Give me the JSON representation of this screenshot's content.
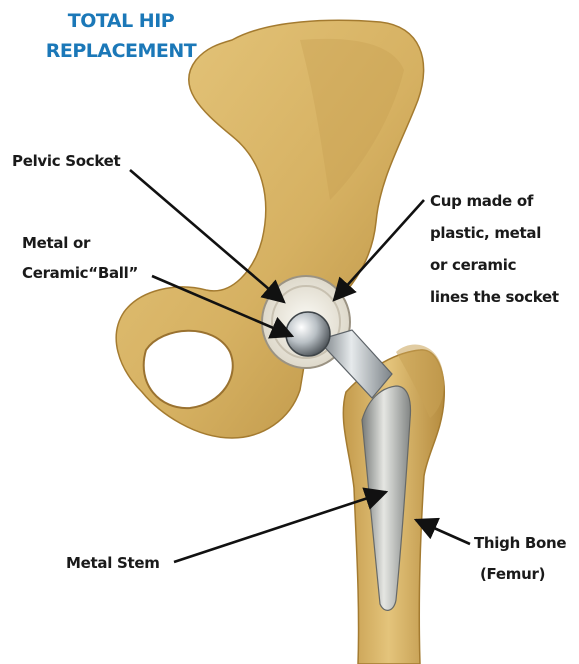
{
  "title": {
    "line1": "TOTAL HIP",
    "line2": "REPLACEMENT",
    "color": "#1b78b8"
  },
  "labels": {
    "pelvic_socket": "Pelvic Socket",
    "ball": [
      "Metal or",
      "Ceramic“Ball”"
    ],
    "cup": [
      "Cup made of",
      "plastic, metal",
      "or ceramic",
      "lines the socket"
    ],
    "stem": "Metal Stem",
    "femur": [
      "Thigh Bone",
      "(Femur)"
    ]
  },
  "colors": {
    "bone": "#d9b566",
    "bone_dark": "#b38a3a",
    "metal": "#a7adb1",
    "liner": "#f2efe6",
    "text": "#1a1a1a"
  }
}
